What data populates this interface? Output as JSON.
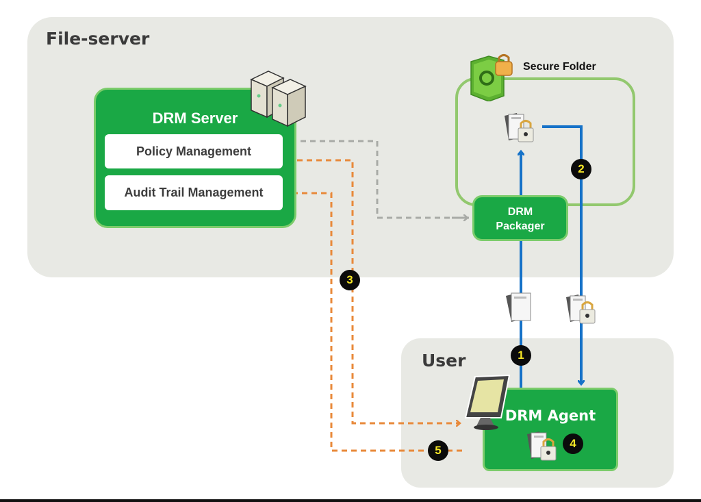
{
  "zones": {
    "file_server": "File-server",
    "user": "User"
  },
  "drm_server": {
    "title": "DRM Server",
    "modules": [
      "Policy Management",
      "Audit Trail Management"
    ]
  },
  "secure_folder": {
    "label": "Secure Folder"
  },
  "drm_packager": {
    "line1": "DRM",
    "line2": "Packager"
  },
  "drm_agent": {
    "title": "DRM Agent"
  },
  "steps": [
    "1",
    "2",
    "3",
    "4",
    "5"
  ],
  "colors": {
    "green": "#1aa845",
    "green_border": "#7ccc6b",
    "blue_flow": "#1672c8",
    "orange_flow": "#e8893a",
    "gray_flow": "#a8aaa6",
    "badge_text": "#f5e626"
  },
  "icons": [
    "server-icon",
    "secure-folder-icon",
    "locked-document-icon",
    "document-icon",
    "monitor-icon"
  ]
}
